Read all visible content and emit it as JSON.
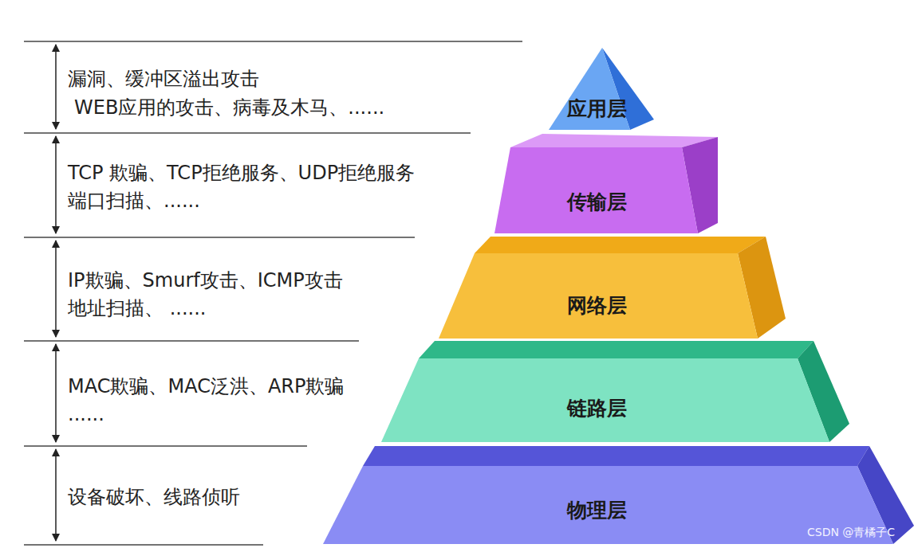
{
  "diagram": {
    "nodes": [
      {
        "text": [
          "应用层"
        ]
      },
      {
        "text": [
          "传输层"
        ]
      },
      {
        "text": [
          "网络层"
        ]
      },
      {
        "text": [
          "链路层"
        ]
      },
      {
        "text": [
          "物理层"
        ]
      }
    ],
    "labels": [
      "漏洞、缓冲区溢出攻击",
      "WEB应用的攻击、病毒及木马、......",
      "TCP 欺骗、TCP拒绝服务、UDP拒绝服务",
      "端口扫描、......",
      "IP欺骗、Smurf攻击、ICMP攻击",
      "地址扫描、 ......",
      "MAC欺骗、MAC泛洪、ARP欺骗",
      "......",
      "设备破坏、线路侦听",
      "CSDN @青橘子C"
    ]
  }
}
